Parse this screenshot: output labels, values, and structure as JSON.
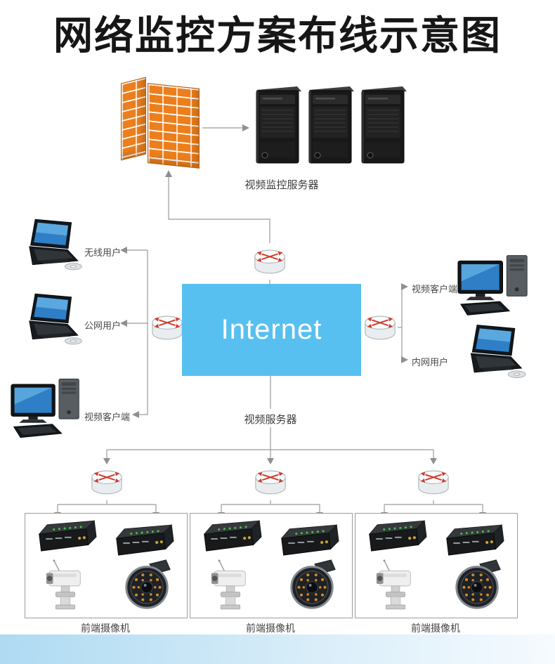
{
  "title": "网络监控方案布线示意图",
  "nodes": {
    "monitor_servers": {
      "label": "视频监控服务器"
    },
    "internet": {
      "label": "Internet"
    },
    "video_server": {
      "label": "视频服务器"
    }
  },
  "left_users": [
    {
      "label": "无线用户",
      "device": "laptop"
    },
    {
      "label": "公网用户",
      "device": "laptop"
    },
    {
      "label": "视频客户端",
      "device": "desktop-pc"
    }
  ],
  "right_users": [
    {
      "label": "视频客户端",
      "device": "desktop-pc"
    },
    {
      "label": "内网用户",
      "device": "laptop"
    }
  ],
  "camera_groups": [
    {
      "label": "前端摄像机"
    },
    {
      "label": "前端摄像机"
    },
    {
      "label": "前端摄像机"
    }
  ],
  "icons": {
    "firewall": "firewall-brick-wall",
    "router": "router-cylinder-red-arrows",
    "server": "server-tower",
    "laptop": "laptop",
    "desktop": "desktop-pc",
    "encoder": "video-encoder-box",
    "ptz_camera": "ptz-camera",
    "bullet_camera": "ir-bullet-camera"
  },
  "colors": {
    "internet_box": "#57c0f1",
    "internet_text": "#ffffff",
    "firewall_orange": "#ec7f1c",
    "connector_line": "#9a9a9a",
    "router_arrows": "#cf3a2a",
    "label_text": "#4a4a4a",
    "title_text": "#161616",
    "bottom_bar_start": "#aedaf2",
    "bottom_bar_end": "#f6fbff"
  }
}
